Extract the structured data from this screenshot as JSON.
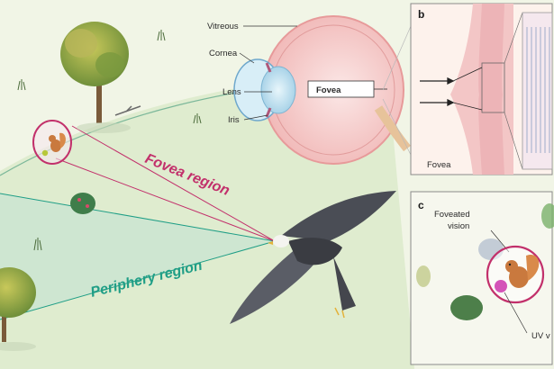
{
  "panel_a": {
    "eye_labels": {
      "vitreous": "Vitreous",
      "cornea": "Cornea",
      "lens": "Lens",
      "iris": "Iris",
      "fovea": "Fovea"
    },
    "regions": {
      "fovea": "Fovea region",
      "periphery": "Periphery region"
    },
    "colors": {
      "fovea_region": "#c2306b",
      "periphery_region": "#1f9e86"
    }
  },
  "panel_b": {
    "letter": "b",
    "fovea_label": "Fovea"
  },
  "panel_c": {
    "letter": "c",
    "foveated_line1": "Foveated",
    "foveated_line2": "vision",
    "uv_label": "UV v"
  }
}
